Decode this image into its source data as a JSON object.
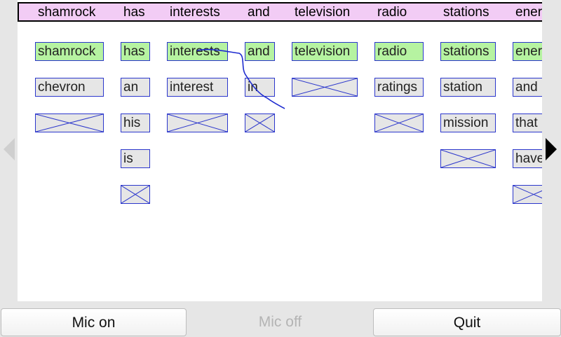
{
  "header": {
    "words": [
      "shamrock",
      "has",
      "interests",
      "and",
      "television",
      "radio",
      "stations",
      "ener"
    ]
  },
  "columns": [
    {
      "candidates": [
        "shamrock",
        "chevron",
        ""
      ]
    },
    {
      "candidates": [
        "has",
        "an",
        "his",
        "is",
        ""
      ]
    },
    {
      "candidates": [
        "interests",
        "interest",
        ""
      ]
    },
    {
      "candidates": [
        "and",
        "in",
        ""
      ]
    },
    {
      "candidates": [
        "television",
        ""
      ]
    },
    {
      "candidates": [
        "radio",
        "ratings",
        ""
      ]
    },
    {
      "candidates": [
        "stations",
        "station",
        "mission",
        ""
      ]
    },
    {
      "candidates": [
        "ener",
        "and",
        "that",
        "have",
        ""
      ]
    }
  ],
  "buttons": {
    "mic_on": "Mic on",
    "mic_off": "Mic off",
    "quit": "Quit"
  },
  "colors": {
    "selected": "#b6f3a1",
    "candidate": "#e6e6e6",
    "cell_border": "#2b36cc",
    "header_bg": "#f2ccf5"
  },
  "icons": {
    "prev": "triangle-left-icon",
    "next": "triangle-right-icon"
  }
}
